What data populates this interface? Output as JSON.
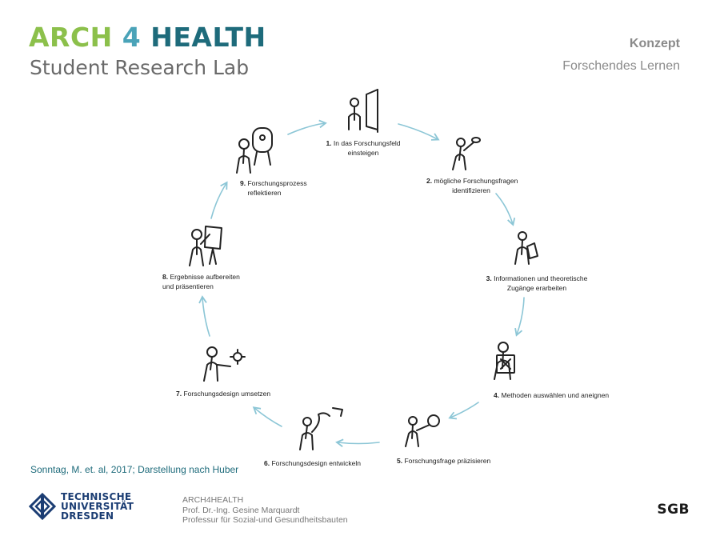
{
  "header": {
    "brand_arch": "ARCH",
    "brand_four": "4",
    "brand_health": "HEALTH",
    "subtitle": "Student Research Lab",
    "concept_title": "Konzept",
    "concept_subtitle": "Forschendes Lernen"
  },
  "steps": [
    {
      "num": "1.",
      "line1": "In das Forschungsfeld",
      "line2": "einsteigen",
      "icon": "door-figure-icon"
    },
    {
      "num": "2.",
      "line1": "mögliche Forschungsfragen",
      "line2": "identifizieren",
      "icon": "binoculars-figure-icon"
    },
    {
      "num": "3.",
      "line1": "Informationen und theoretische",
      "line2": "Zugänge erarbeiten",
      "icon": "reading-figure-icon"
    },
    {
      "num": "4.",
      "line1": "Methoden auswählen und aneignen",
      "line2": "",
      "icon": "board-figure-icon"
    },
    {
      "num": "5.",
      "line1": "Forschungsfrage präzisieren",
      "line2": "",
      "icon": "magnifier-figure-icon"
    },
    {
      "num": "6.",
      "line1": "Forschungsdesign entwickeln",
      "line2": "",
      "icon": "drawing-figure-icon"
    },
    {
      "num": "7.",
      "line1": "Forschungsdesign umsetzen",
      "line2": "",
      "icon": "gear-figure-icon"
    },
    {
      "num": "8.",
      "line1": "Ergebnisse aufbereiten",
      "line2": "und präsentieren",
      "icon": "presenting-figure-icon"
    },
    {
      "num": "9.",
      "line1": "Forschungsprozess",
      "line2": "reflektieren",
      "icon": "mirror-figure-icon"
    }
  ],
  "citation": "Sonntag, M. et. al, 2017; Darstellung nach Huber",
  "footer": {
    "university_line1": "TECHNISCHE",
    "university_line2": "UNIVERSITÄT",
    "university_line3": "DRESDEN",
    "project": "ARCH4HEALTH",
    "professor": "Prof. Dr.-Ing. Gesine Marquardt",
    "chair": "Professur für Sozial-und Gesundheitsbauten",
    "logo_right": "SGB"
  },
  "colors": {
    "arch_green": "#8cc04b",
    "four_teal": "#4aa3b8",
    "health_dark_teal": "#1e6b7b",
    "arrow_light_blue": "#8cc6d6",
    "tud_blue": "#1b3d73"
  }
}
